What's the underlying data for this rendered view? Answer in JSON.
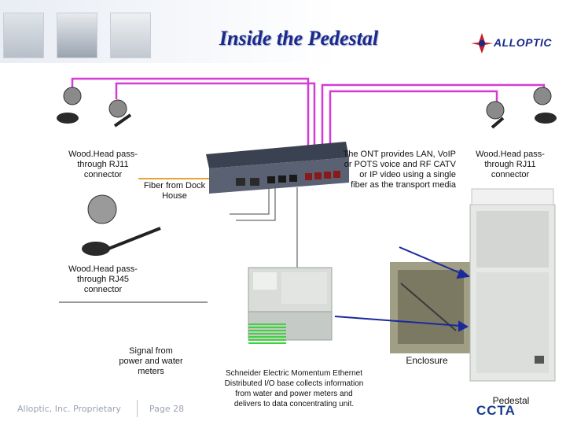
{
  "title": "Inside the Pedestal",
  "brand": "ALLOPTIC",
  "captions": {
    "woodhead_rj11_left": "Wood.Head pass-through RJ11 connector",
    "fiber": "Fiber from Dock House",
    "ont": "The ONT provides LAN, VoIP or POTS voice and RF CATV or IP video using a single fiber as the transport media",
    "woodhead_rj11_right": "Wood.Head pass-through RJ11 connector",
    "woodhead_rj45": "Wood.Head pass-through RJ45 connector",
    "signal": "Signal from power and water meters",
    "schneider": "Schneider Electric Momentum Ethernet Distributed I/O base collects information from water and power meters and delivers to data concentrating unit.",
    "enclosure": "Enclosure",
    "pedestal": "Pedestal"
  },
  "footer": {
    "company": "Alloptic, Inc. Proprietary",
    "page": "Page 28",
    "logo": "CCTA"
  },
  "colors": {
    "title": "#1a2a8c",
    "wire_magenta": "#d63bd6",
    "wire_green": "#3fd23f",
    "fiber": "#e8a23a",
    "arrow": "#1a2a9c"
  }
}
